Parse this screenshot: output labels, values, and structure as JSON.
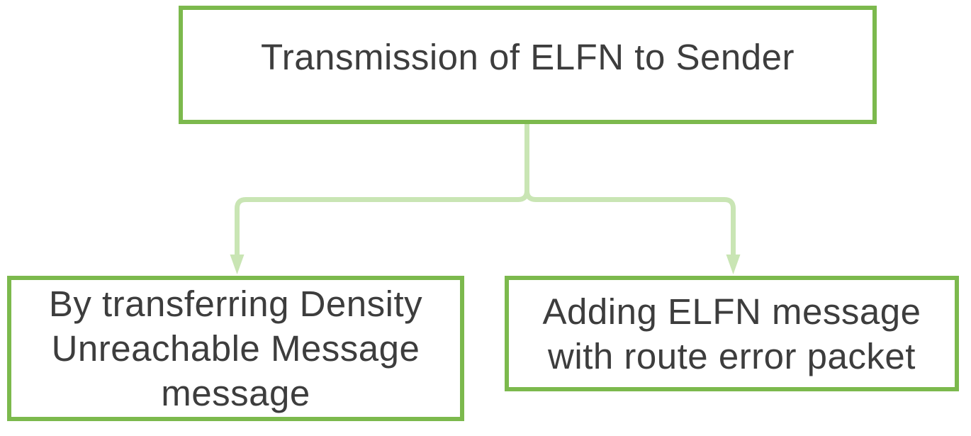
{
  "diagram": {
    "type": "flowchart",
    "title_box": {
      "label": "Transmission of ELFN to Sender",
      "lines": [
        "Transmission of ELFN to Sender"
      ]
    },
    "branches": [
      {
        "label": "By transferring Density Unreachable Message message",
        "lines": [
          "By transferring Density",
          "Unreachable Message",
          "message"
        ]
      },
      {
        "label": "Adding ELFN message with route error packet",
        "lines": [
          "Adding ELFN message",
          "with route error packet"
        ]
      }
    ],
    "colors": {
      "box_border": "#7CB94D",
      "connector": "#C9E5B4",
      "text": "#3D3D3D",
      "background": "#FFFFFF"
    }
  }
}
